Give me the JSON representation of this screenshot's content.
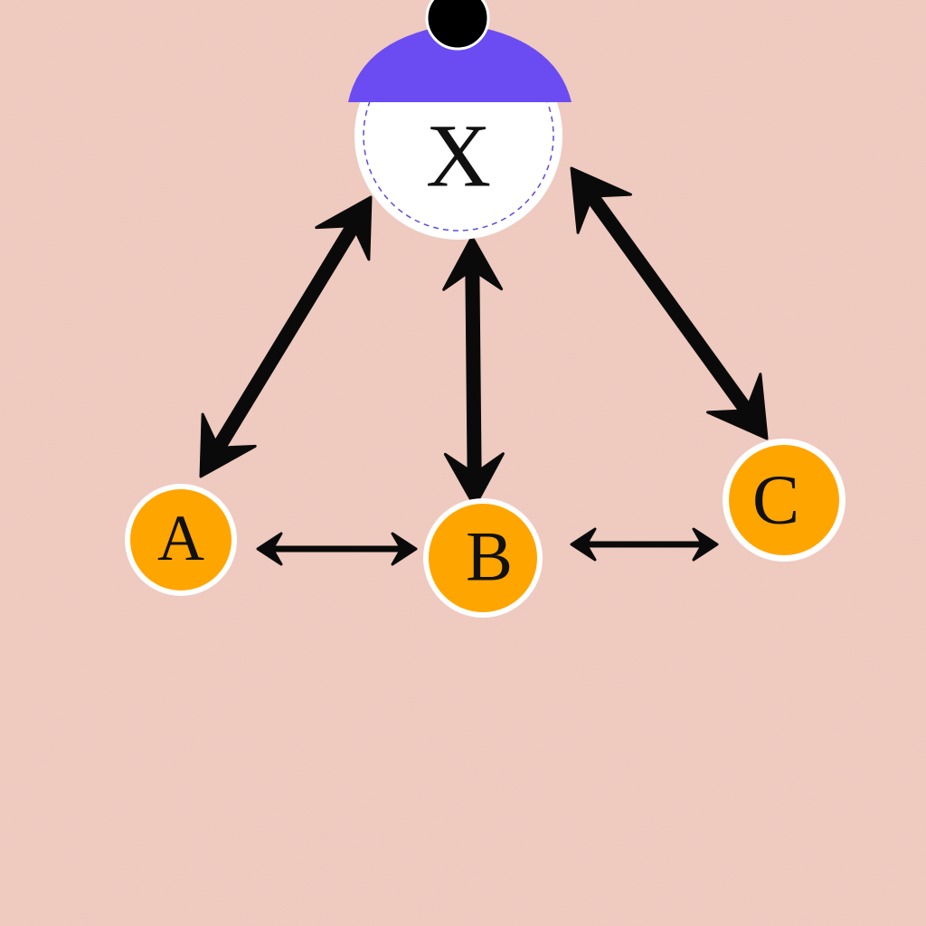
{
  "diagram": {
    "colors": {
      "background": "#EEC7BC",
      "hub_fill": "#FFFFFF",
      "hub_ring": "#FFFFFF",
      "hub_dashed": "#5B4BE0",
      "cap": "#6A4CF2",
      "cap_knob": "#000000",
      "node_fill": "#FFA500",
      "node_ring": "#FFFFFF",
      "arrow": "#0A0A0A"
    },
    "nodes": {
      "hub": {
        "label": "X"
      },
      "a": {
        "label": "A"
      },
      "b": {
        "label": "B"
      },
      "c": {
        "label": "C"
      }
    },
    "edges": [
      {
        "from": "X",
        "to": "A",
        "direction": "both"
      },
      {
        "from": "X",
        "to": "B",
        "direction": "both"
      },
      {
        "from": "X",
        "to": "C",
        "direction": "both"
      },
      {
        "from": "A",
        "to": "B",
        "direction": "both"
      },
      {
        "from": "B",
        "to": "C",
        "direction": "both"
      }
    ]
  }
}
